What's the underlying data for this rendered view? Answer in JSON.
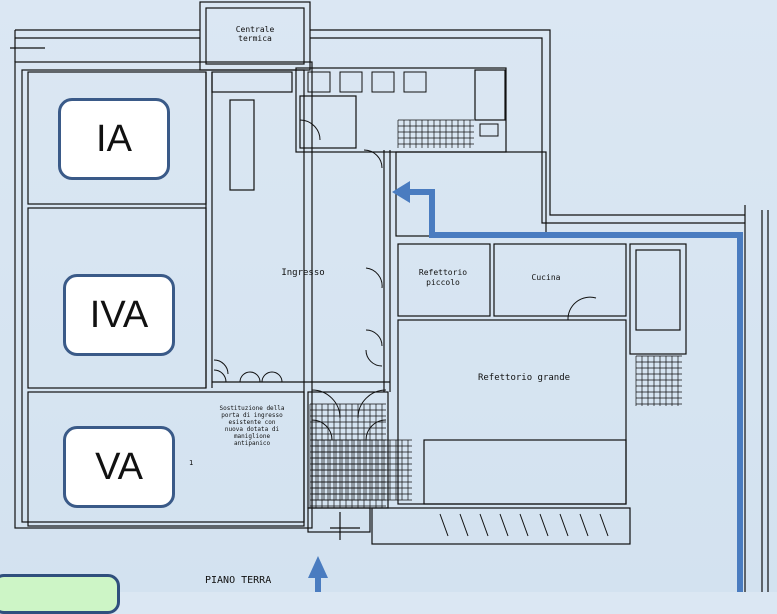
{
  "rooms": {
    "centrale_termica": [
      "Centrale",
      "termica"
    ],
    "ingresso": "Ingresso",
    "refettorio_piccolo": [
      "Refettorio",
      "piccolo"
    ],
    "cucina": "Cucina",
    "refettorio_grande": "Refettorio grande"
  },
  "note": [
    "Sostituzione della",
    "porta di ingresso",
    "esistente con",
    "nuova dotata di",
    "maniglione",
    "antipanico"
  ],
  "note_marker": "1",
  "floor_label": "PIANO TERRA",
  "class_labels": {
    "ia": "IA",
    "iva": "IVA",
    "va": "VA"
  },
  "colors": {
    "route": "#4a7cc0",
    "label_border": "#3a5a88",
    "legend_fill": "#cdf5c6",
    "plan_line": "#111111"
  }
}
